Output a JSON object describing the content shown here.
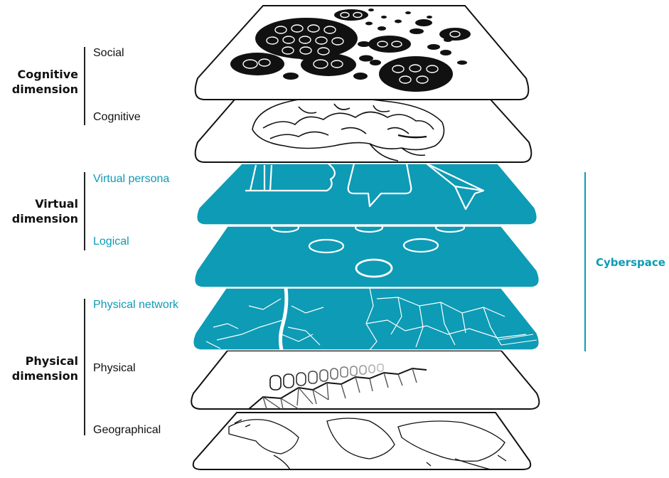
{
  "colors": {
    "teal": "#0e9bb5",
    "dark": "#111111",
    "light": "#ffffff"
  },
  "dimensions": [
    {
      "id": "cognitive",
      "title_line1": "Cognitive",
      "title_line2": "dimension"
    },
    {
      "id": "virtual",
      "title_line1": "Virtual",
      "title_line2": "dimension"
    },
    {
      "id": "physical",
      "title_line1": "Physical",
      "title_line2": "dimension"
    }
  ],
  "layers": [
    {
      "id": "social",
      "label": "Social",
      "style": "light",
      "icon": "social-network-bubbles-icon"
    },
    {
      "id": "cognitive",
      "label": "Cognitive",
      "style": "light",
      "icon": "brain-icon"
    },
    {
      "id": "virtual-persona",
      "label": "Virtual persona",
      "style": "teal",
      "icon": "thumbs-up-chat-paper-plane-icon"
    },
    {
      "id": "logical",
      "label": "Logical",
      "style": "teal",
      "icon": "logical-nodes-icon"
    },
    {
      "id": "physical-network",
      "label": "Physical network",
      "style": "teal",
      "icon": "network-map-icon"
    },
    {
      "id": "physical",
      "label": "Physical",
      "style": "light",
      "icon": "people-infrastructure-icon"
    },
    {
      "id": "geographical",
      "label": "Geographical",
      "style": "light",
      "icon": "world-map-icon"
    }
  ],
  "cyberspace": {
    "label": "Cyberspace"
  }
}
